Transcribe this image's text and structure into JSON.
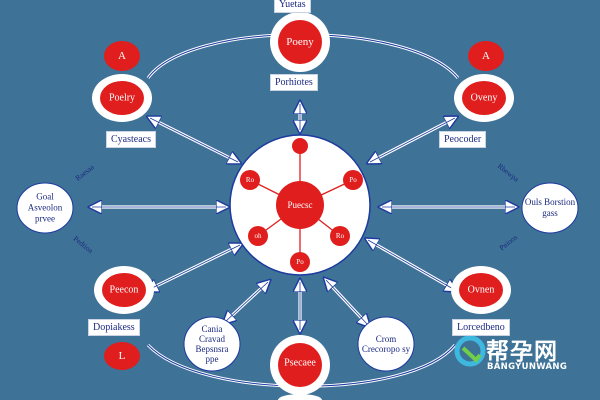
{
  "diagram": {
    "colors": {
      "background": "#3e7296",
      "node_fill": "#ffffff",
      "node_red": "#e01e1e",
      "text": "#1c2a80",
      "arrow": "#ffffff",
      "arrow_edge": "#1c3aa0"
    },
    "top_label": "Yuetas",
    "hub": {
      "core": "Puecsc",
      "spokes": [
        "Ro",
        "Po",
        "oh",
        "Ro",
        "Po"
      ]
    },
    "nodes": [
      {
        "id": "top",
        "text": "Poeny"
      },
      {
        "id": "top-left",
        "text": "Poelry",
        "badge": "A"
      },
      {
        "id": "top-right",
        "text": "Oveny",
        "badge": "A"
      },
      {
        "id": "left",
        "text": "Goal Asveolon prvee"
      },
      {
        "id": "right",
        "text": "Ouls Borstion gass"
      },
      {
        "id": "bottom-left",
        "text": "Peecon",
        "badge": "L"
      },
      {
        "id": "bottom-right",
        "text": "Ovnen"
      },
      {
        "id": "bottom-mid-left",
        "text": "Cania Cravad Bepsnsra ppe"
      },
      {
        "id": "bottom-mid-right",
        "text": "Crom Crecoropo sy"
      },
      {
        "id": "bottom",
        "text": "Psecaee"
      }
    ],
    "labels": [
      {
        "id": "top",
        "text": "Porhiotes"
      },
      {
        "id": "top-left",
        "text": "Cyasteacs"
      },
      {
        "id": "top-right",
        "text": "Peocoder"
      },
      {
        "id": "bottom-left",
        "text": "Dopiakess"
      },
      {
        "id": "bottom-right",
        "text": "Lorcedbeno"
      }
    ],
    "rotated_labels": [
      {
        "id": "upper-left",
        "text": "Raesaa"
      },
      {
        "id": "lower-left",
        "text": "Pedtioa"
      },
      {
        "id": "upper-right",
        "text": "Rbewpa"
      },
      {
        "id": "lower-right",
        "text": "Pnioos"
      }
    ]
  },
  "watermark": {
    "chinese": "帮孕网",
    "english": "BANGYUNWANG",
    "colors": {
      "ring": "#3fb8e0",
      "accent": "#6fcf46"
    }
  }
}
